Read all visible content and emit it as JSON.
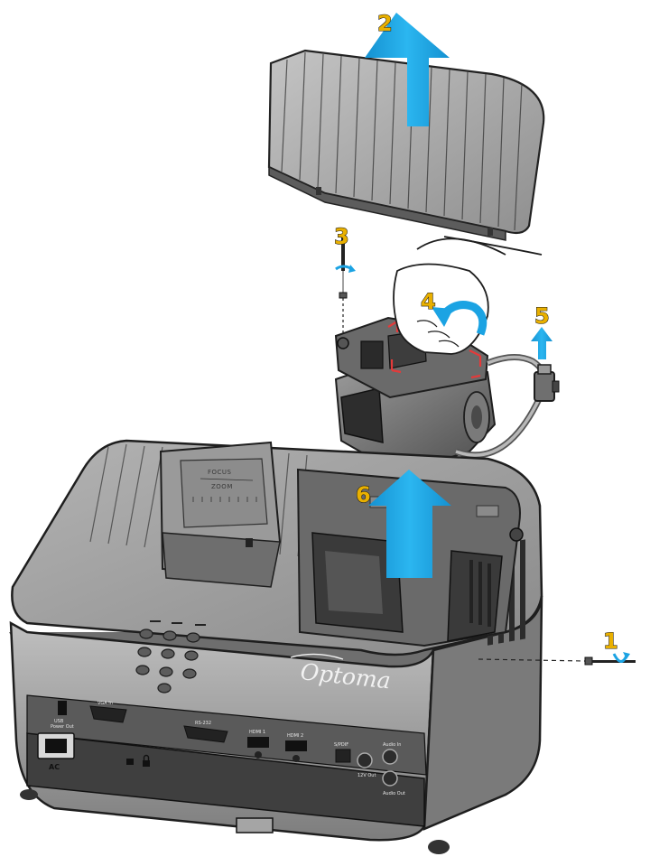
{
  "steps": [
    {
      "number": "1"
    },
    {
      "number": "2"
    },
    {
      "number": "3"
    },
    {
      "number": "4"
    },
    {
      "number": "5"
    },
    {
      "number": "6"
    }
  ],
  "brand": "Optoma",
  "lens_labels": {
    "focus": "FOCUS",
    "zoom": "ZOOM"
  },
  "ports": {
    "usb": "USB",
    "usb_sub": "Power Out",
    "vga": "VGA In",
    "rs232": "RS-232",
    "hdmi1": "HDMI 1",
    "hdmi2": "HDMI 2",
    "spdif": "S/PDIF",
    "out12v": "12V Out",
    "audio_in": "Audio In",
    "audio_out": "Audio Out",
    "ac": "AC"
  },
  "colors": {
    "arrow": "#1ba3e3",
    "step_label": "#e9b000",
    "body": "#8f8f8f",
    "panel": "#3f3f3f",
    "rotate_mark": "#e33a3a"
  },
  "icons": [
    "up-arrow-icon",
    "rotate-arrow-icon",
    "screwdriver-icon",
    "lock-icon",
    "power-socket-icon"
  ]
}
